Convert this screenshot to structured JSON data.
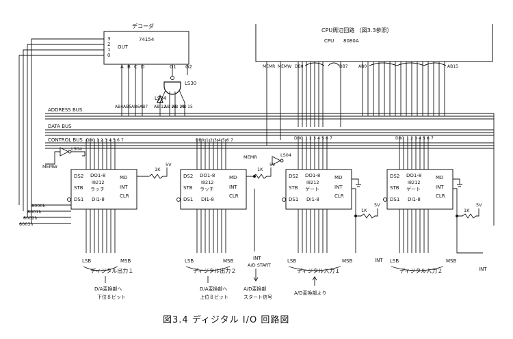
{
  "caption": "図3.4 ディジタル I/O 回路図",
  "decoder": {
    "title": "デコーダ",
    "part": "74154",
    "outputs": [
      "3",
      "2",
      "1",
      "0"
    ],
    "out_label": "OUT",
    "inputs": [
      "A",
      "B",
      "C",
      "D"
    ],
    "enables": [
      "G1",
      "G2"
    ],
    "nand_part": "LS30",
    "inv_part": "LS04",
    "addr_inputs": [
      "AB4",
      "AB5",
      "AB6",
      "AB7"
    ],
    "addr_inputs_bottom": [
      "AB 12",
      "AB 13",
      "AB 14",
      "AB 15"
    ],
    "addr_top_labels": [
      "AB 12",
      "AB 13",
      "AB 14",
      "AB 15"
    ]
  },
  "cpu": {
    "title": "CPU周辺回路 （図3.3参照）",
    "cpu_label": "CPU",
    "cpu_part": "8080A",
    "signals": [
      "MEMR",
      "MEMW",
      "DB0",
      "DB7",
      "AB0",
      "AB15"
    ]
  },
  "buses": [
    "ADDRESS BUS",
    "DATA BUS",
    "CONTROL BUS"
  ],
  "port_addresses": [
    "8000h",
    "8001h",
    "8002h",
    "8003h"
  ],
  "memw_label": "MEMW",
  "memr_label": "MEMR",
  "inverter_label": "LS04",
  "db_bits": [
    "DB0",
    "1",
    "2",
    "3",
    "4",
    "5",
    "6",
    "7"
  ],
  "chips": [
    {
      "id": "c1",
      "pins_left": [
        "DS2",
        "STB",
        "DS1"
      ],
      "center": [
        "DO1-8",
        "I8212",
        "ラッチ"
      ],
      "right": [
        "MD",
        "INT",
        "CLR"
      ],
      "dib": "DI1-8",
      "bottom_left": "LSB",
      "bottom_right": "MSB",
      "name": "ディジタル出力１",
      "notes": [
        "D/A変換部へ",
        "下位８ビット"
      ]
    },
    {
      "id": "c2",
      "pins_left": [
        "DS2",
        "STB",
        "DS1"
      ],
      "center": [
        "DO1-8",
        "I8212",
        "ラッチ"
      ],
      "right": [
        "MD",
        "INT",
        "CLR"
      ],
      "dib": "DI1-8",
      "bottom_left": "LSB",
      "bottom_right": "MSB",
      "name": "ディジタル出力２",
      "notes": [
        "D/A変換部へ",
        "上位８ビット"
      ]
    },
    {
      "id": "c3",
      "pins_left": [
        "DS2",
        "STB",
        "DS1"
      ],
      "center": [
        "DO1-8",
        "I8212",
        "ゲート"
      ],
      "right": [
        "MD",
        "INT",
        "CLR"
      ],
      "dib": "DI1-8",
      "bottom_left": "LSB",
      "bottom_right": "MSB",
      "name": "ディジタル入力１",
      "notes": [
        "A/D変換部より"
      ]
    },
    {
      "id": "c4",
      "pins_left": [
        "DS2",
        "STB",
        "DS1"
      ],
      "center": [
        "DO1-8",
        "I8212",
        "ゲート"
      ],
      "right": [
        "MD",
        "INT",
        "CLR"
      ],
      "dib": "DI1-8",
      "bottom_left": "LSB",
      "bottom_right": "MSB",
      "name": "ディジタル入力２",
      "notes": []
    }
  ],
  "resistor_label": "1K",
  "supply_label": "5V",
  "int_label": "INT",
  "ad_start": {
    "int": "INT",
    "label": "A/D START",
    "notes": [
      "A/D変換部",
      "スタート信号"
    ]
  }
}
